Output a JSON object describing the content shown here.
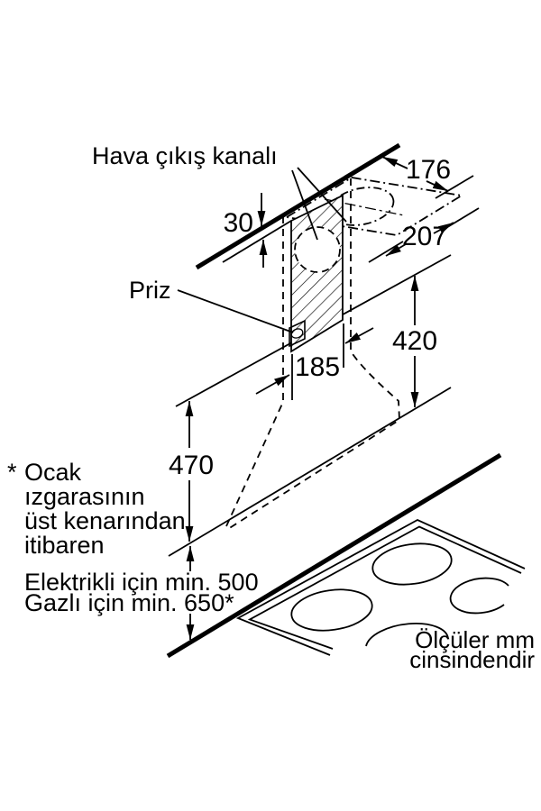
{
  "diagram": {
    "labels": {
      "air_outlet_duct": "Hava çıkış kanalı",
      "socket": "Priz",
      "footnote_marker": "*",
      "footnote_lines": [
        "Ocak",
        "ızgarasının",
        "üst kenarından",
        "itibaren"
      ],
      "electric_min": "Elektrikli için min. 500",
      "gas_min": "Gazlı için min. 650*",
      "units_line1": "Ölçüler mm",
      "units_line2": "cinsindendir"
    },
    "dimensions": {
      "ceiling_gap": "30",
      "duct_depth_offset": "176",
      "duct_side_offset": "207",
      "mounting_width": "185",
      "upper_height": "420",
      "lower_height": "470"
    },
    "colors": {
      "line": "#000000",
      "text": "#000000",
      "background": "#ffffff"
    }
  }
}
